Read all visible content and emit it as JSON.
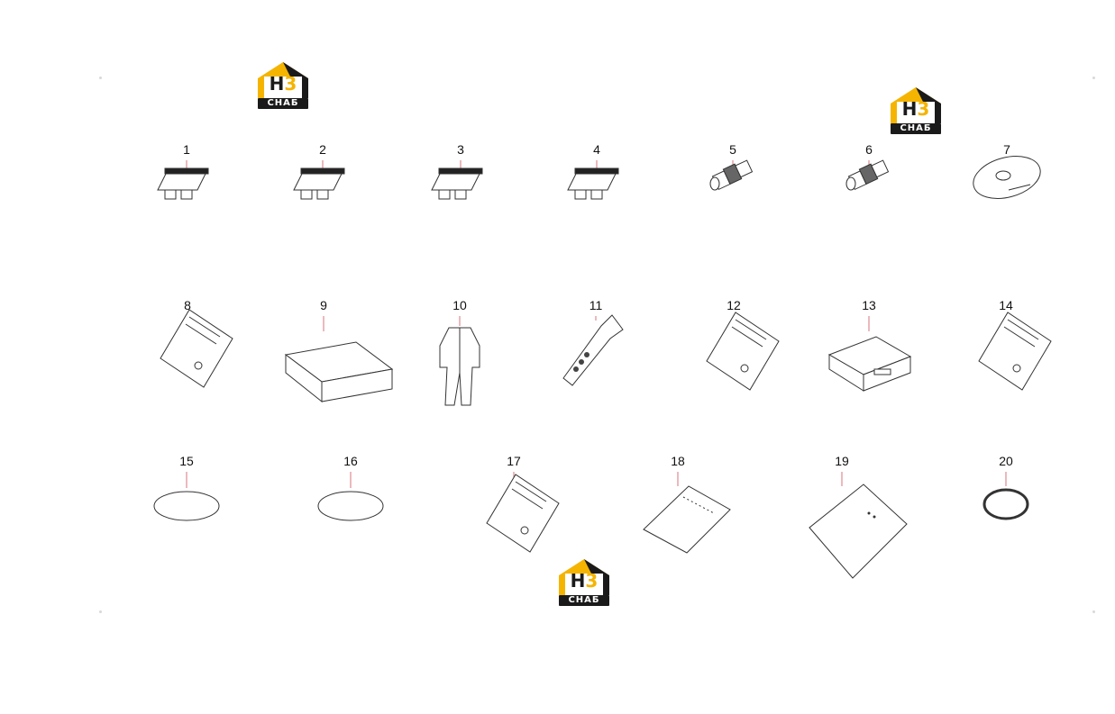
{
  "brand": {
    "mark": "H3",
    "band_text": "СНАБ",
    "colors": {
      "yellow": "#f5b400",
      "dark": "#1a1a1a"
    }
  },
  "colors": {
    "leader": "#d9737b",
    "stroke": "#333333"
  },
  "parts": [
    {
      "num": "1",
      "kind": "fuse"
    },
    {
      "num": "2",
      "kind": "fuse"
    },
    {
      "num": "3",
      "kind": "fuse"
    },
    {
      "num": "4",
      "kind": "fuse"
    },
    {
      "num": "5",
      "kind": "fitting"
    },
    {
      "num": "6",
      "kind": "fitting"
    },
    {
      "num": "7",
      "kind": "disc"
    },
    {
      "num": "8",
      "kind": "manual"
    },
    {
      "num": "9",
      "kind": "box"
    },
    {
      "num": "10",
      "kind": "coverall"
    },
    {
      "num": "11",
      "kind": "flashlight"
    },
    {
      "num": "12",
      "kind": "manual"
    },
    {
      "num": "13",
      "kind": "toolbox"
    },
    {
      "num": "14",
      "kind": "manual"
    },
    {
      "num": "15",
      "kind": "ellipse"
    },
    {
      "num": "16",
      "kind": "ellipse"
    },
    {
      "num": "17",
      "kind": "manual"
    },
    {
      "num": "18",
      "kind": "booklet"
    },
    {
      "num": "19",
      "kind": "sheet"
    },
    {
      "num": "20",
      "kind": "ring"
    }
  ]
}
